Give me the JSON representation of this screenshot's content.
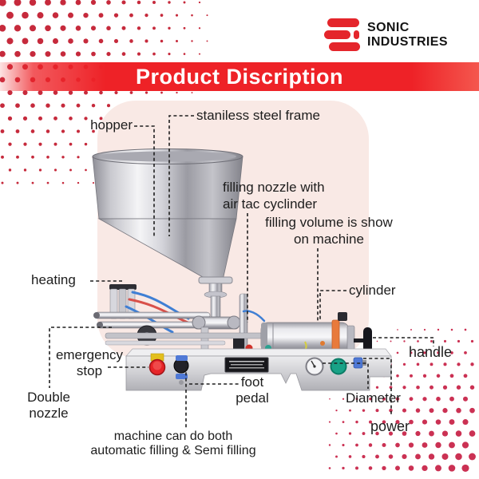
{
  "brand": {
    "name_line1": "SONIC",
    "name_line2": "INDUSTRIES"
  },
  "banner": {
    "title": "Product Discription"
  },
  "labels": {
    "hopper": "hopper",
    "frame": "staniless steel frame",
    "nozzle_1": "filling nozzle with",
    "nozzle_2": "air tac cyclinder",
    "volume_1": "filling volume is show",
    "volume_2": "on machine",
    "heating": "heating",
    "cylinder": "cylinder",
    "handle": "handle",
    "estop_1": "emergency",
    "estop_2": "stop",
    "double_1": "Double",
    "double_2": "nozzle",
    "foot_1": "foot",
    "foot_2": "pedal",
    "diameter": "Diameter",
    "power": "power",
    "caption_1": "machine can do both",
    "caption_2": "automatic filling & Semi filling"
  },
  "colors": {
    "accent_red": "#ee2227",
    "brand_red": "#e4252b",
    "dots_top_left": "#c62a3c",
    "dots_bottom_right": "#cb3153",
    "blob_pink": "#f9e9e5"
  }
}
